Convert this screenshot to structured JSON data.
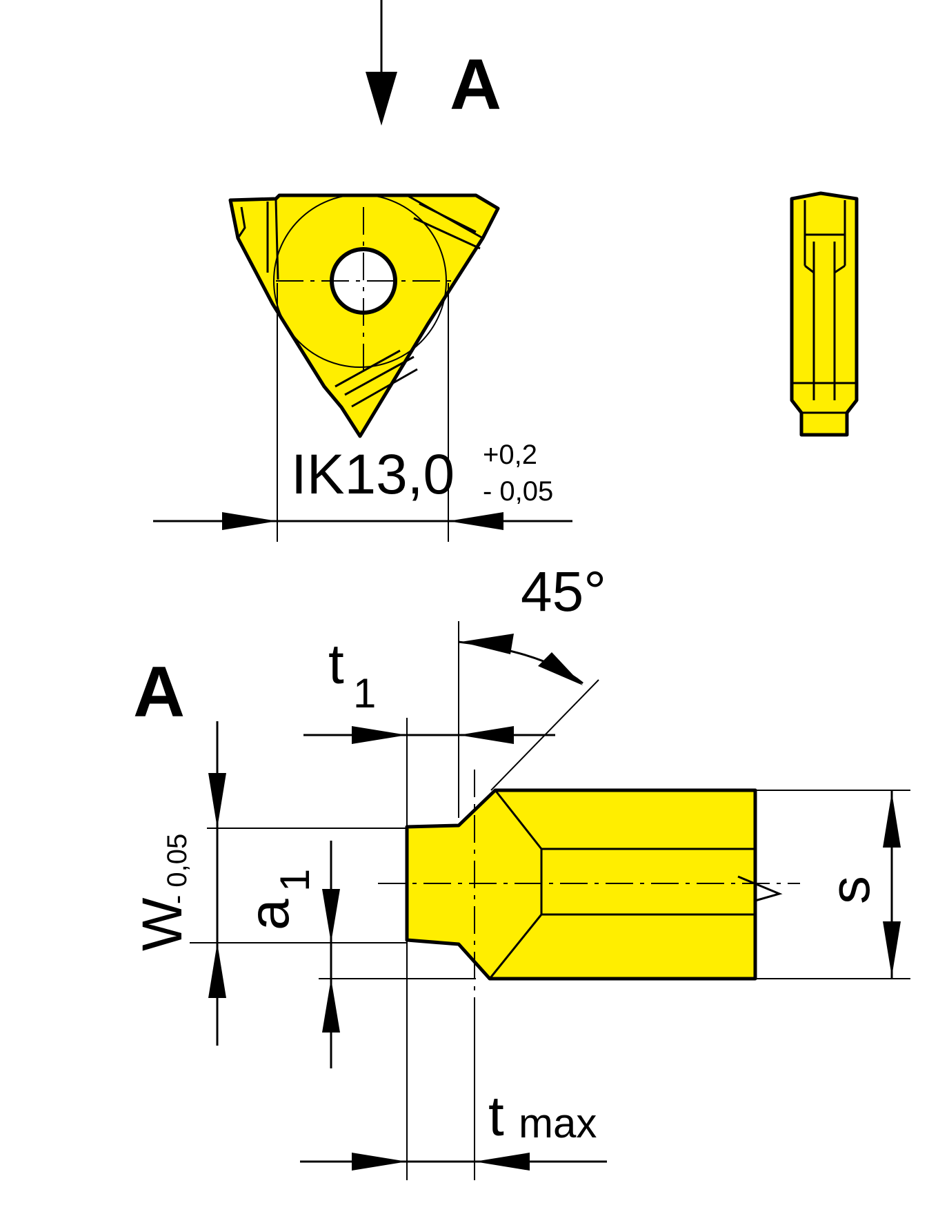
{
  "view_label_top": "A",
  "view_label_bottom": "A",
  "ik_main": "IK13,0",
  "ik_upper_tol": "+0,2",
  "ik_lower_tol": "- 0,05",
  "angle": "45°",
  "t1_base": "t",
  "t1_sub": "1",
  "w_base": "W",
  "w_sub": "- 0,05",
  "a1_base": "a",
  "a1_sub": "1",
  "s_label": "s",
  "tmax_base": "t",
  "tmax_sub": "max",
  "colors": {
    "insert_fill": "#ffee00",
    "line": "#000000"
  }
}
